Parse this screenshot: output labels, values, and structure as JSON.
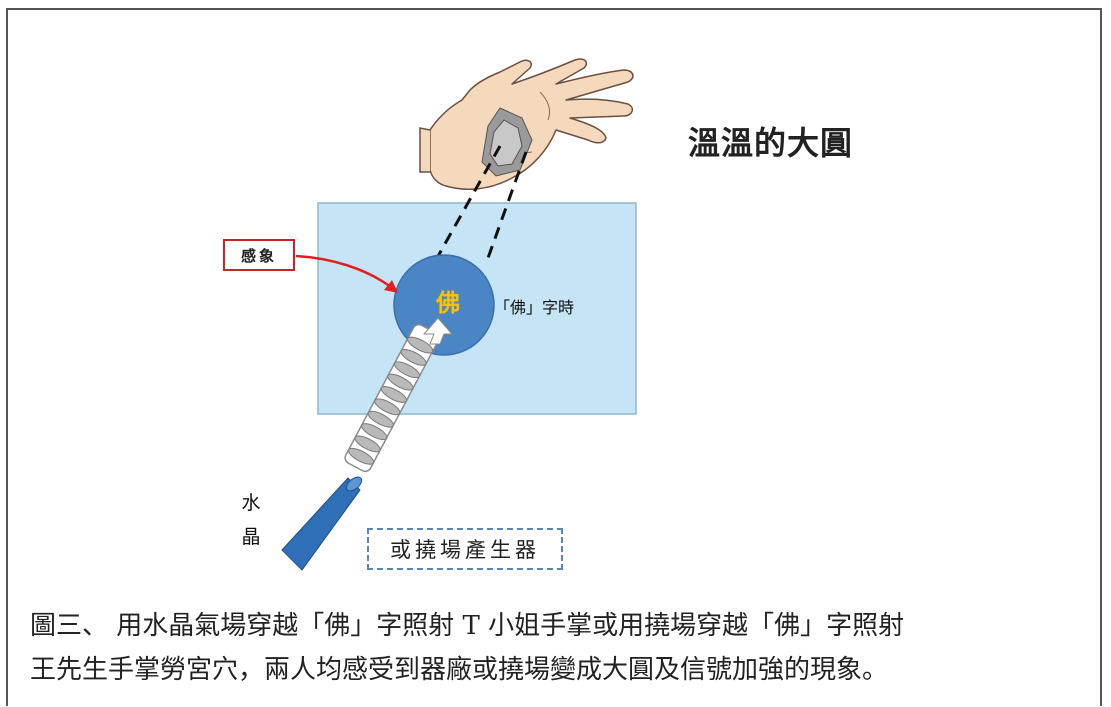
{
  "title": "溫溫的大圓",
  "sensation_label": "感象",
  "circle_character": "佛",
  "circle_caption": "「佛」字時",
  "crystal_label": [
    "水",
    "晶"
  ],
  "generator_label": "或撓場產生器",
  "caption": {
    "line1": "圖三、 用水晶氣場穿越「佛」字照射 T 小姐手掌或用撓場穿越「佛」字照射",
    "line2": "王先生手掌勞宮穴，兩人均感受到器廠或撓場變成大圓及信號加強的現象。"
  },
  "colors": {
    "panel": "#c5e5f7",
    "circle": "#4a86c5",
    "arrow": "#e02020",
    "crystal": "#2e6fb8",
    "character": "#f0c21a"
  }
}
